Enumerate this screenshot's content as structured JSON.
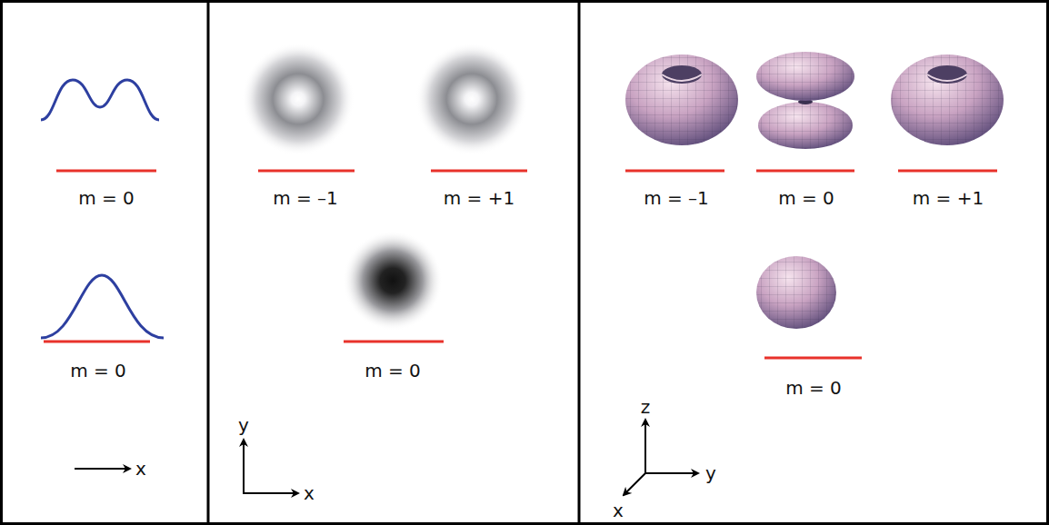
{
  "diagram": {
    "labels": [
      "m = 0",
      "m = 0",
      "x",
      "m = –1",
      "m = +1",
      "m = 0",
      "y",
      "x",
      "m = –1",
      "m = 0",
      "m = +1",
      "m = 0",
      "z",
      "y",
      "x"
    ]
  }
}
